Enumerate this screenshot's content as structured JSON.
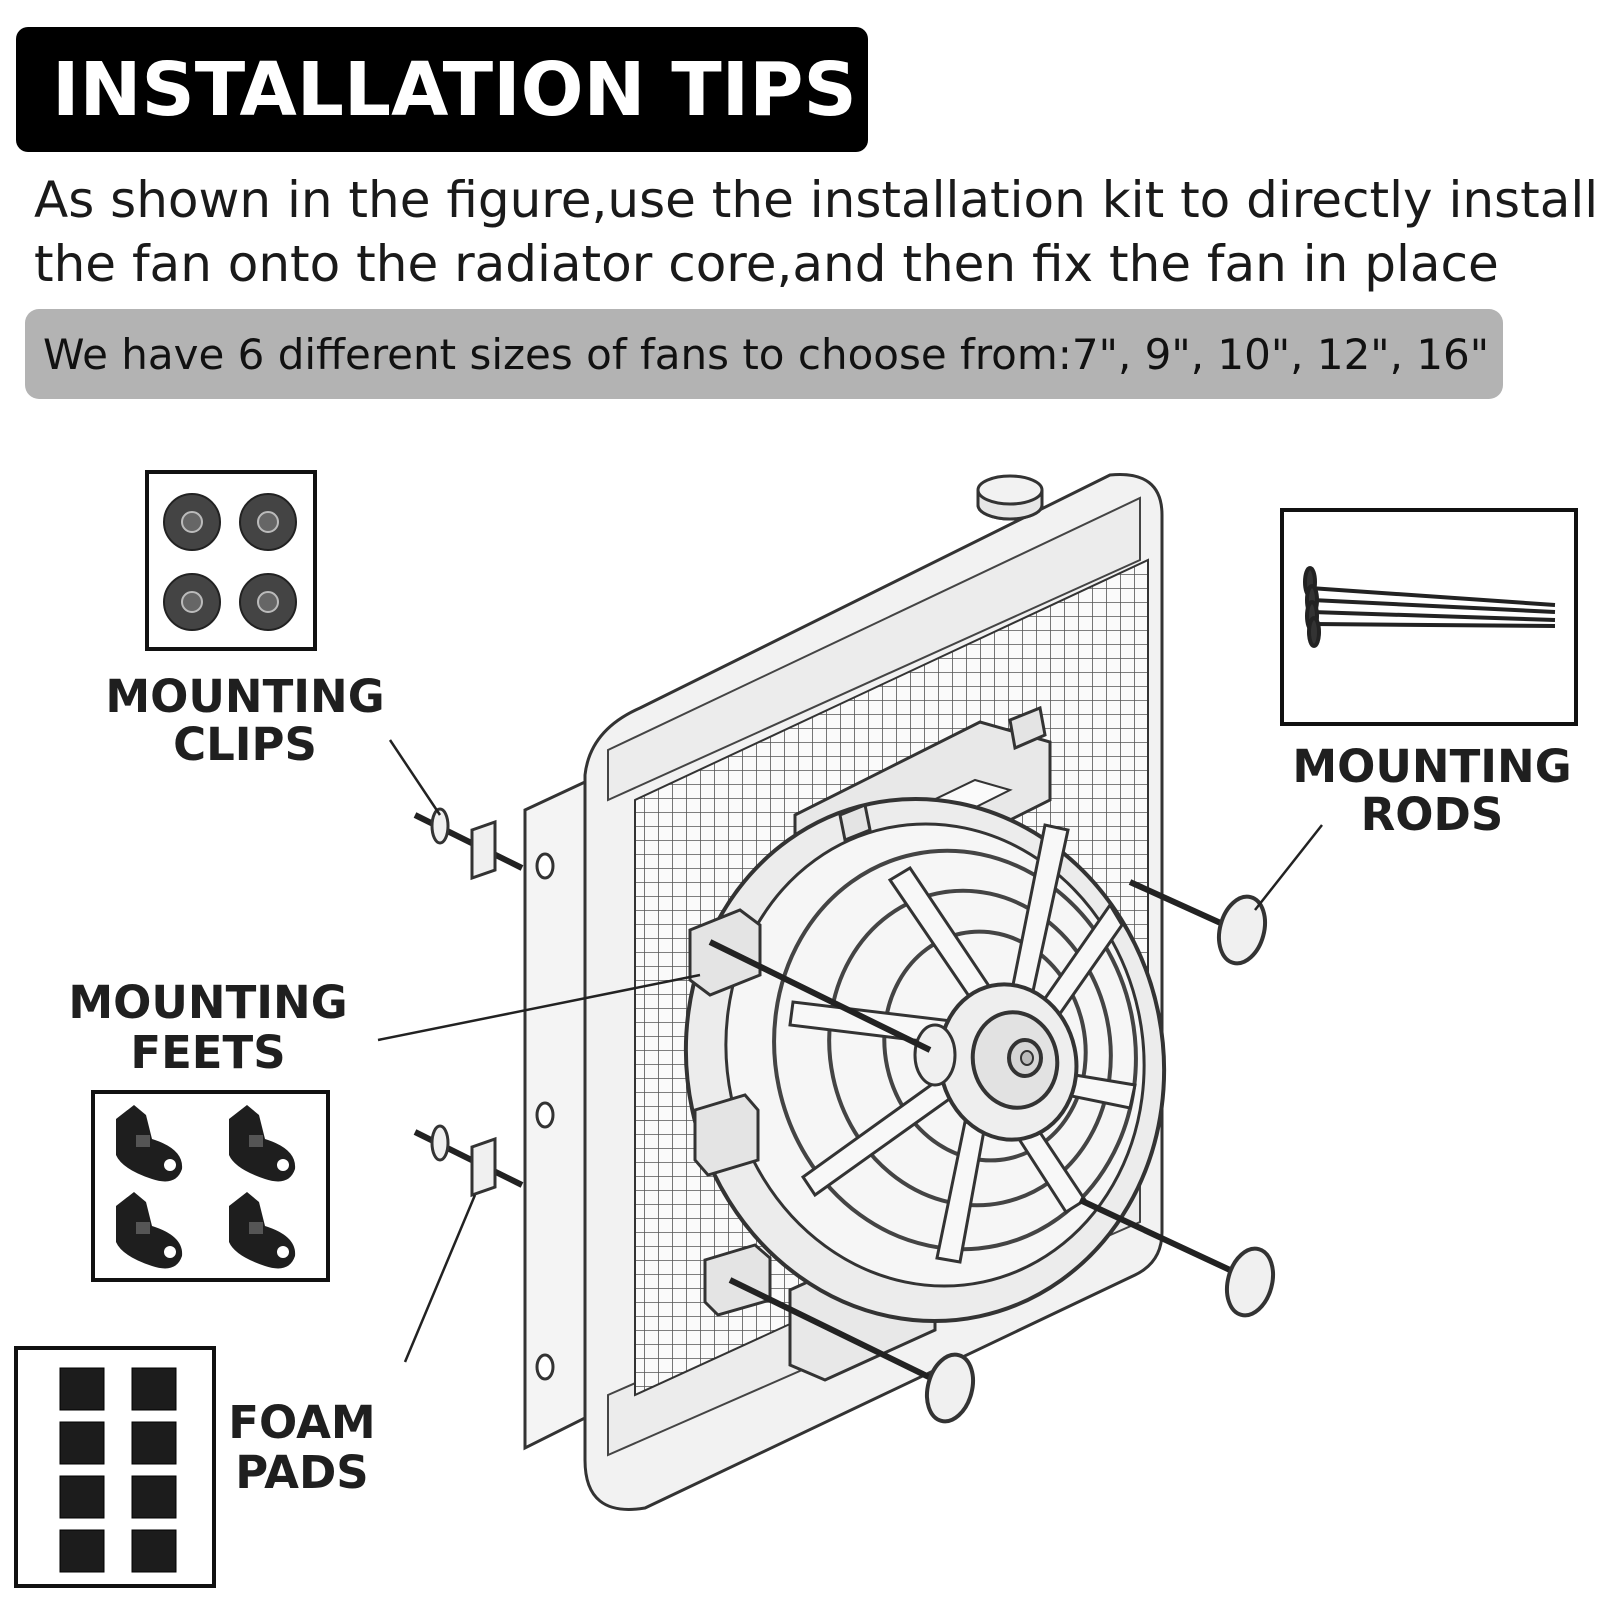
{
  "header": {
    "title": "INSTALLATION TIPS",
    "intro_line1": "As shown in the figure,use the installation kit to directly install",
    "intro_line2": "the fan onto the radiator core,and then fix the fan in place",
    "sizes_note": "We have 6 different sizes of fans to choose from:7\", 9\", 10\", 12\", 16\""
  },
  "callouts": {
    "mounting_clips_line1": "MOUNTING",
    "mounting_clips_line2": "CLIPS",
    "mounting_rods_line1": "MOUNTING",
    "mounting_rods_line2": "RODS",
    "mounting_feets_line1": "MOUNTING",
    "mounting_feets_line2": "FEETS",
    "foam_pads_line1": "FOAM",
    "foam_pads_line2": "PADS"
  },
  "icons": [
    "mounting-clip-icon",
    "mounting-rod-icon",
    "mounting-foot-icon",
    "foam-pad-icon",
    "radiator-illustration",
    "fan-illustration"
  ]
}
